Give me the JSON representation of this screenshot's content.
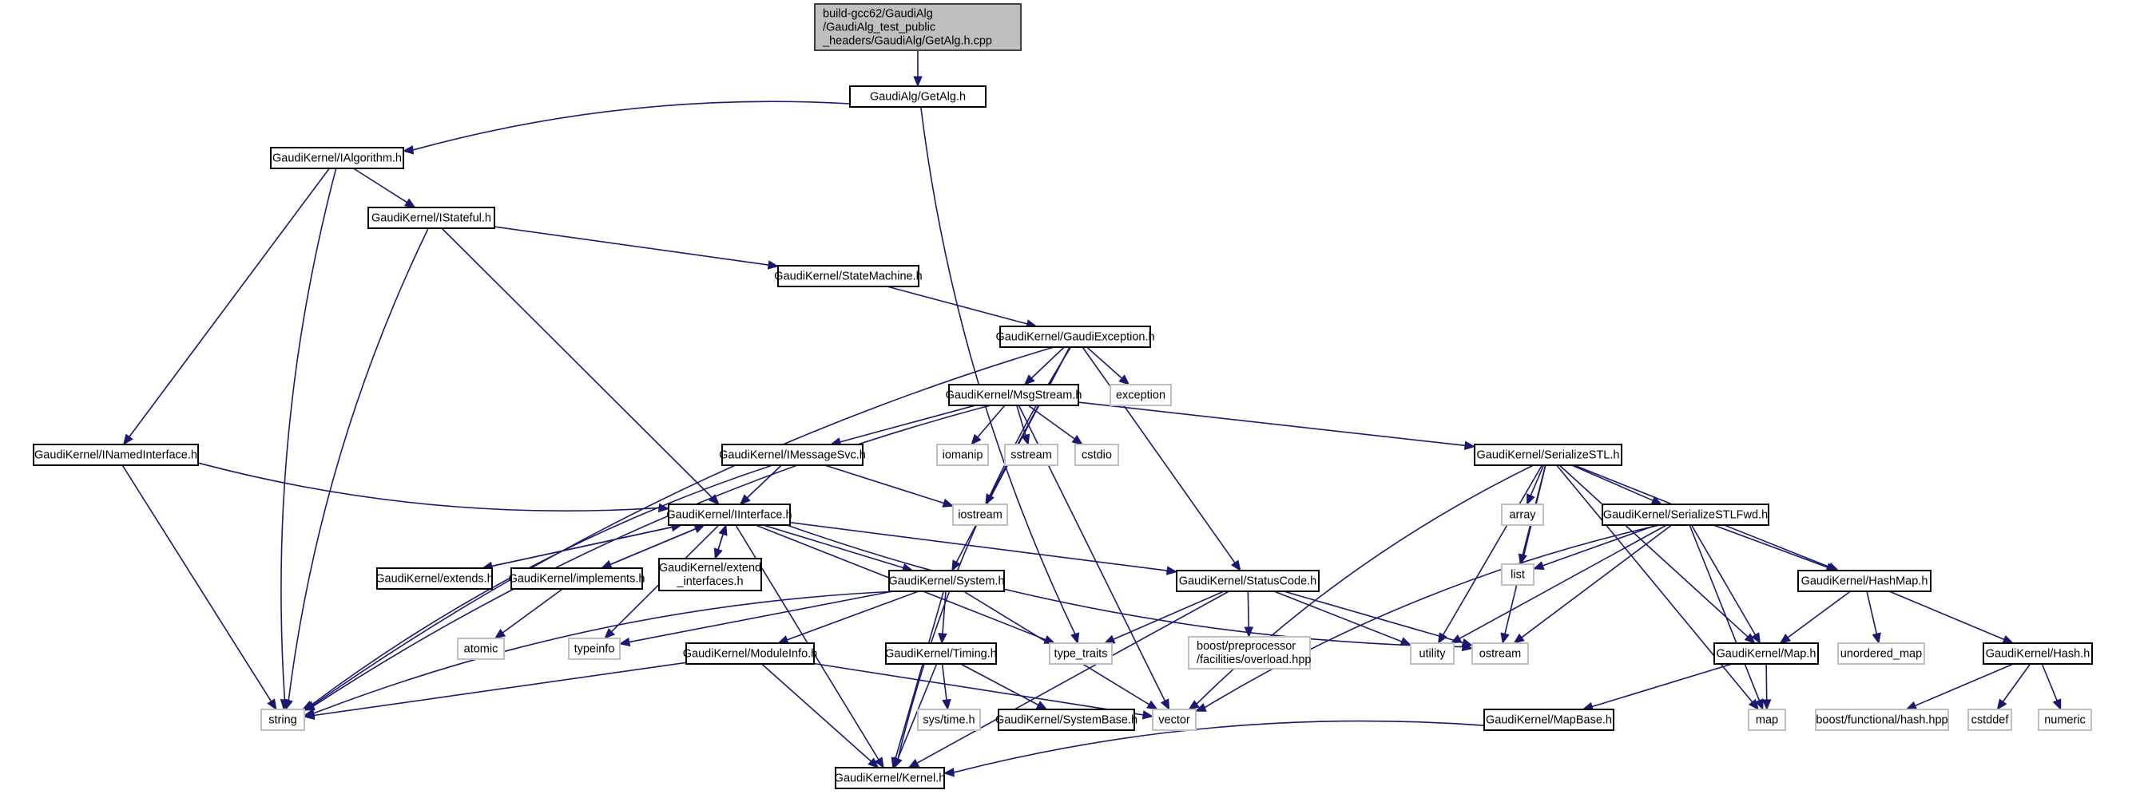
{
  "title": "Include dependency graph for GetAlg.h.cpp",
  "colors": {
    "edge": "#191970",
    "root_fill": "#bfbfbf",
    "node_border": "#000000",
    "external_border": "#bfbfbf"
  },
  "nodes": [
    {
      "id": "root",
      "lines": [
        "build-gcc62/GaudiAlg",
        "/GaudiAlg_test_public",
        "_headers/GaudiAlg/GetAlg.h.cpp"
      ],
      "kind": "root"
    },
    {
      "id": "getalg",
      "lines": [
        "GaudiAlg/GetAlg.h"
      ],
      "kind": "header"
    },
    {
      "id": "ialgorithm",
      "lines": [
        "GaudiKernel/IAlgorithm.h"
      ],
      "kind": "header"
    },
    {
      "id": "istateful",
      "lines": [
        "GaudiKernel/IStateful.h"
      ],
      "kind": "header"
    },
    {
      "id": "statemachine",
      "lines": [
        "GaudiKernel/StateMachine.h"
      ],
      "kind": "header"
    },
    {
      "id": "gaudiexception",
      "lines": [
        "GaudiKernel/GaudiException.h"
      ],
      "kind": "header"
    },
    {
      "id": "msgstream",
      "lines": [
        "GaudiKernel/MsgStream.h"
      ],
      "kind": "header"
    },
    {
      "id": "exception",
      "lines": [
        "exception"
      ],
      "kind": "external"
    },
    {
      "id": "inamedinterface",
      "lines": [
        "GaudiKernel/INamedInterface.h"
      ],
      "kind": "header"
    },
    {
      "id": "imessagesvc",
      "lines": [
        "GaudiKernel/IMessageSvc.h"
      ],
      "kind": "header"
    },
    {
      "id": "iomanip",
      "lines": [
        "iomanip"
      ],
      "kind": "external"
    },
    {
      "id": "sstream",
      "lines": [
        "sstream"
      ],
      "kind": "external"
    },
    {
      "id": "cstdio",
      "lines": [
        "cstdio"
      ],
      "kind": "external"
    },
    {
      "id": "serializestl",
      "lines": [
        "GaudiKernel/SerializeSTL.h"
      ],
      "kind": "header"
    },
    {
      "id": "iinterface",
      "lines": [
        "GaudiKernel/IInterface.h"
      ],
      "kind": "header"
    },
    {
      "id": "iostream",
      "lines": [
        "iostream"
      ],
      "kind": "external"
    },
    {
      "id": "array",
      "lines": [
        "array"
      ],
      "kind": "external"
    },
    {
      "id": "serializestlfwd",
      "lines": [
        "GaudiKernel/SerializeSTLFwd.h"
      ],
      "kind": "header"
    },
    {
      "id": "list",
      "lines": [
        "list"
      ],
      "kind": "external"
    },
    {
      "id": "extends",
      "lines": [
        "GaudiKernel/extends.h"
      ],
      "kind": "header"
    },
    {
      "id": "implements",
      "lines": [
        "GaudiKernel/implements.h"
      ],
      "kind": "header"
    },
    {
      "id": "extend_interfaces",
      "lines": [
        "GaudiKernel/extend",
        "_interfaces.h"
      ],
      "kind": "header"
    },
    {
      "id": "system",
      "lines": [
        "GaudiKernel/System.h"
      ],
      "kind": "header"
    },
    {
      "id": "statuscode",
      "lines": [
        "GaudiKernel/StatusCode.h"
      ],
      "kind": "header"
    },
    {
      "id": "hashmap",
      "lines": [
        "GaudiKernel/HashMap.h"
      ],
      "kind": "header"
    },
    {
      "id": "atomic",
      "lines": [
        "atomic"
      ],
      "kind": "external"
    },
    {
      "id": "typeinfo",
      "lines": [
        "typeinfo"
      ],
      "kind": "external"
    },
    {
      "id": "moduleinfo",
      "lines": [
        "GaudiKernel/ModuleInfo.h"
      ],
      "kind": "header"
    },
    {
      "id": "timing",
      "lines": [
        "GaudiKernel/Timing.h"
      ],
      "kind": "header"
    },
    {
      "id": "type_traits",
      "lines": [
        "type_traits"
      ],
      "kind": "external"
    },
    {
      "id": "overload",
      "lines": [
        "boost/preprocessor",
        "/facilities/overload.hpp"
      ],
      "kind": "external"
    },
    {
      "id": "utility",
      "lines": [
        "utility"
      ],
      "kind": "external"
    },
    {
      "id": "ostream",
      "lines": [
        "ostream"
      ],
      "kind": "external"
    },
    {
      "id": "map_h",
      "lines": [
        "GaudiKernel/Map.h"
      ],
      "kind": "header"
    },
    {
      "id": "unordered_map",
      "lines": [
        "unordered_map"
      ],
      "kind": "external"
    },
    {
      "id": "hash_h",
      "lines": [
        "GaudiKernel/Hash.h"
      ],
      "kind": "header"
    },
    {
      "id": "string",
      "lines": [
        "string"
      ],
      "kind": "external"
    },
    {
      "id": "systime",
      "lines": [
        "sys/time.h"
      ],
      "kind": "external"
    },
    {
      "id": "systembase",
      "lines": [
        "GaudiKernel/SystemBase.h"
      ],
      "kind": "header"
    },
    {
      "id": "vector",
      "lines": [
        "vector"
      ],
      "kind": "external"
    },
    {
      "id": "mapbase",
      "lines": [
        "GaudiKernel/MapBase.h"
      ],
      "kind": "header"
    },
    {
      "id": "map",
      "lines": [
        "map"
      ],
      "kind": "external"
    },
    {
      "id": "boosthash",
      "lines": [
        "boost/functional/hash.hpp"
      ],
      "kind": "external"
    },
    {
      "id": "cstddef",
      "lines": [
        "cstddef"
      ],
      "kind": "external"
    },
    {
      "id": "numeric",
      "lines": [
        "numeric"
      ],
      "kind": "external"
    },
    {
      "id": "kernel",
      "lines": [
        "GaudiKernel/Kernel.h"
      ],
      "kind": "header"
    }
  ],
  "edges": [
    [
      "root",
      "getalg"
    ],
    [
      "getalg",
      "ialgorithm"
    ],
    [
      "getalg",
      "type_traits"
    ],
    [
      "ialgorithm",
      "istateful"
    ],
    [
      "ialgorithm",
      "inamedinterface"
    ],
    [
      "ialgorithm",
      "string"
    ],
    [
      "istateful",
      "statemachine"
    ],
    [
      "istateful",
      "iinterface"
    ],
    [
      "istateful",
      "string"
    ],
    [
      "statemachine",
      "gaudiexception"
    ],
    [
      "gaudiexception",
      "msgstream"
    ],
    [
      "gaudiexception",
      "exception"
    ],
    [
      "gaudiexception",
      "system"
    ],
    [
      "gaudiexception",
      "statuscode"
    ],
    [
      "gaudiexception",
      "string"
    ],
    [
      "gaudiexception",
      "iostream"
    ],
    [
      "gaudiexception",
      "kernel"
    ],
    [
      "msgstream",
      "imessagesvc"
    ],
    [
      "msgstream",
      "iomanip"
    ],
    [
      "msgstream",
      "sstream"
    ],
    [
      "msgstream",
      "cstdio"
    ],
    [
      "msgstream",
      "serializestl"
    ],
    [
      "msgstream",
      "string"
    ],
    [
      "msgstream",
      "vector"
    ],
    [
      "inamedinterface",
      "iinterface"
    ],
    [
      "inamedinterface",
      "string"
    ],
    [
      "imessagesvc",
      "iinterface"
    ],
    [
      "imessagesvc",
      "iostream"
    ],
    [
      "imessagesvc",
      "string"
    ],
    [
      "serializestl",
      "array"
    ],
    [
      "serializestl",
      "serializestlfwd"
    ],
    [
      "serializestl",
      "list"
    ],
    [
      "serializestl",
      "hashmap"
    ],
    [
      "serializestl",
      "map_h"
    ],
    [
      "serializestl",
      "map"
    ],
    [
      "serializestl",
      "utility"
    ],
    [
      "serializestl",
      "ostream"
    ],
    [
      "serializestl",
      "vector"
    ],
    [
      "serializestlfwd",
      "list"
    ],
    [
      "serializestlfwd",
      "hashmap"
    ],
    [
      "serializestlfwd",
      "map_h"
    ],
    [
      "serializestlfwd",
      "map"
    ],
    [
      "serializestlfwd",
      "utility"
    ],
    [
      "serializestlfwd",
      "ostream"
    ],
    [
      "serializestlfwd",
      "vector"
    ],
    [
      "iinterface",
      "extends"
    ],
    [
      "iinterface",
      "implements"
    ],
    [
      "iinterface",
      "extend_interfaces"
    ],
    [
      "iinterface",
      "system"
    ],
    [
      "iinterface",
      "statuscode"
    ],
    [
      "iinterface",
      "type_traits"
    ],
    [
      "iinterface",
      "typeinfo"
    ],
    [
      "iinterface",
      "ostream"
    ],
    [
      "iinterface",
      "kernel"
    ],
    [
      "extends",
      "iinterface"
    ],
    [
      "implements",
      "iinterface"
    ],
    [
      "implements",
      "atomic"
    ],
    [
      "extend_interfaces",
      "iinterface"
    ],
    [
      "system",
      "moduleinfo"
    ],
    [
      "system",
      "timing"
    ],
    [
      "system",
      "typeinfo"
    ],
    [
      "system",
      "string"
    ],
    [
      "system",
      "vector"
    ],
    [
      "system",
      "kernel"
    ],
    [
      "statuscode",
      "type_traits"
    ],
    [
      "statuscode",
      "overload"
    ],
    [
      "statuscode",
      "utility"
    ],
    [
      "statuscode",
      "ostream"
    ],
    [
      "statuscode",
      "kernel"
    ],
    [
      "hashmap",
      "map_h"
    ],
    [
      "hashmap",
      "unordered_map"
    ],
    [
      "hashmap",
      "hash_h"
    ],
    [
      "moduleinfo",
      "string"
    ],
    [
      "moduleinfo",
      "vector"
    ],
    [
      "moduleinfo",
      "kernel"
    ],
    [
      "timing",
      "systime"
    ],
    [
      "timing",
      "systembase"
    ],
    [
      "timing",
      "kernel"
    ],
    [
      "map_h",
      "map"
    ],
    [
      "map_h",
      "mapbase"
    ],
    [
      "hash_h",
      "boosthash"
    ],
    [
      "hash_h",
      "cstddef"
    ],
    [
      "hash_h",
      "numeric"
    ],
    [
      "mapbase",
      "kernel"
    ]
  ]
}
